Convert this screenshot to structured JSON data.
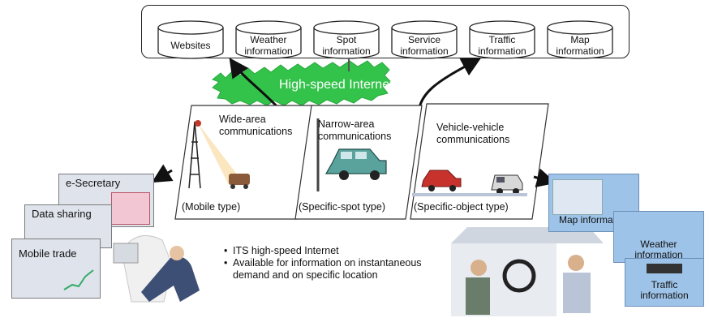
{
  "databases": [
    {
      "label": "Websites"
    },
    {
      "label": "Weather\ninformation"
    },
    {
      "label": "Spot\ninformation"
    },
    {
      "label": "Service\ninformation"
    },
    {
      "label": "Traffic\ninformation"
    },
    {
      "label": "Map\ninformation"
    }
  ],
  "internet": {
    "label": "High-speed Internet"
  },
  "panels": [
    {
      "title": "Wide-area\ncommunications",
      "type": "(Mobile type)"
    },
    {
      "title": "Narrow-area\ncommunications",
      "type": "(Specific-spot type)"
    },
    {
      "title": "Vehicle-vehicle\ncommunications",
      "type": "(Specific-object type)"
    }
  ],
  "apps": [
    {
      "label": "e-Secretary"
    },
    {
      "label": "Data sharing"
    },
    {
      "label": "Mobile trade"
    }
  ],
  "bullets": [
    "ITS high-speed Internet",
    "Available for information on instantaneous demand and on specific location"
  ],
  "info_cards": [
    {
      "label": "Map information"
    },
    {
      "label": "Weather\ninformation"
    },
    {
      "label": "Traffic\ninformation"
    }
  ],
  "colors": {
    "internet_cloud": "#33c24a",
    "card_blue": "#9ec3e8",
    "arrow": "#111111"
  }
}
